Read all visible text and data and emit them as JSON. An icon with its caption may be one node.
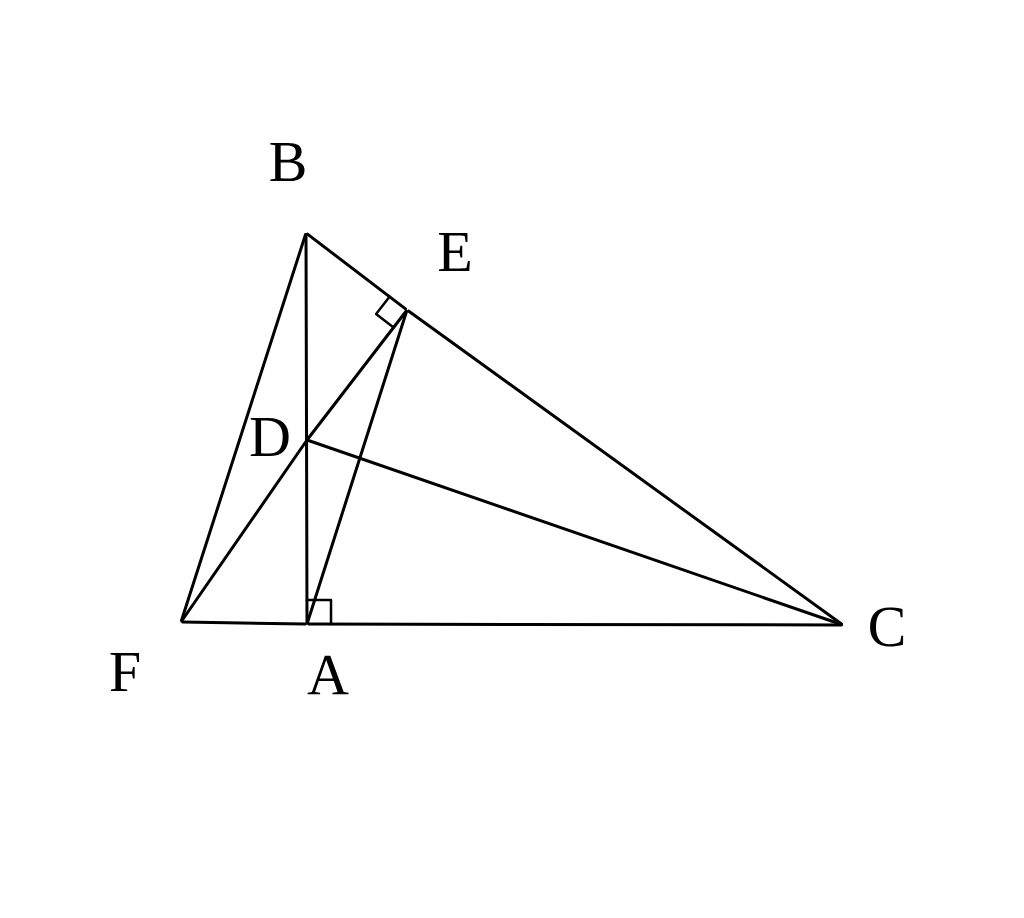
{
  "diagram": {
    "nodes": [
      {
        "text": [
          "B"
        ]
      },
      {
        "text": [
          "E"
        ]
      },
      {
        "text": [
          "D"
        ]
      },
      {
        "text": [
          "F"
        ]
      },
      {
        "text": [
          "A"
        ]
      },
      {
        "text": [
          "C"
        ]
      }
    ],
    "edges": [
      {
        "from": 0,
        "to": 3,
        "arrow": "none"
      },
      {
        "from": 0,
        "to": 4,
        "arrow": "none"
      },
      {
        "from": 0,
        "to": 1,
        "arrow": "none"
      },
      {
        "from": 1,
        "to": 5,
        "arrow": "none"
      },
      {
        "from": 3,
        "to": 4,
        "arrow": "none"
      },
      {
        "from": 4,
        "to": 5,
        "arrow": "none"
      },
      {
        "from": 2,
        "to": 5,
        "arrow": "none"
      },
      {
        "from": 3,
        "to": 2,
        "arrow": "none"
      },
      {
        "from": 2,
        "to": 1,
        "arrow": "none"
      },
      {
        "from": 1,
        "to": 4,
        "arrow": "none"
      }
    ]
  }
}
